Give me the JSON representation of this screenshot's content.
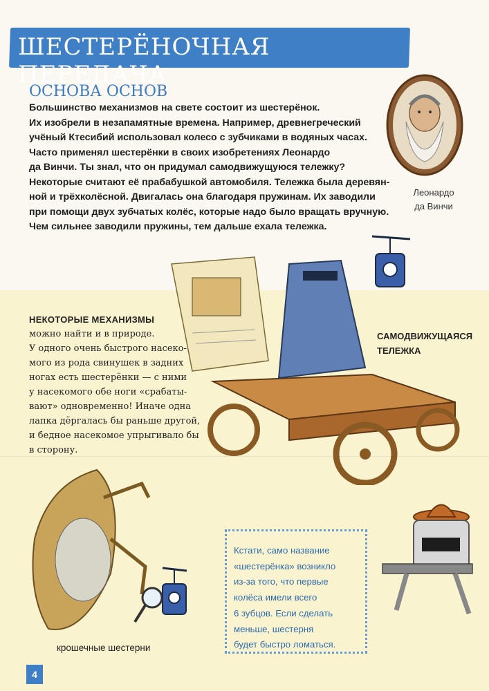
{
  "page": {
    "title": "Шестерёночная передача",
    "page_number": "4"
  },
  "intro": {
    "section_title": "Основа основ",
    "lines": [
      "Большинство механизмов на свете состоит из шестерёнок.",
      "Их изобрели в незапамятные времена. Например, древнегреческий",
      "учёный Ктесибий использовал колесо с зубчиками в водяных часах.",
      "Часто применял шестерёнки в своих изобретениях Леонардо",
      "да Винчи. Ты знал, что он придумал самодвижущуюся тележку?",
      "Некоторые считают её прабабушкой автомобиля. Тележка была деревян-",
      "ной и трёхколёсной. Двигалась она благодаря пружинам. Их заводили",
      "при помощи двух зубчатых колёс, которые надо было вращать вручную.",
      "Чем сильнее заводили пружины, тем дальше ехала тележка."
    ]
  },
  "portrait": {
    "caption_line1": "Леонардо",
    "caption_line2": "да Винчи"
  },
  "mechanisms": {
    "heading": "Некоторые механизмы",
    "lines": [
      "можно найти и в природе.",
      "У одного очень быстрого насеко-",
      "мого из рода свинушек в задних",
      "ногах есть шестерёнки — с ними",
      "у насекомого обе ноги «срабаты-",
      "вают» одновременно! Иначе одна",
      "лапка дёргалась бы раньше другой,",
      "и бедное насекомое упрыгивало бы",
      "в сторону."
    ]
  },
  "robot_label": {
    "line1": "Самодвижущаяся",
    "line2": "тележка"
  },
  "bug_caption": "крошечные шестерни",
  "fact_box": {
    "lines": [
      "Кстати, само название",
      "«шестерёнка» возникло",
      "из-за того, что первые",
      "колёса имели всего",
      "6 зубцов. Если сделать",
      "меньше, шестерня",
      "будет быстро ломаться."
    ]
  },
  "colors": {
    "accent_blue": "#3f7fc6",
    "paper": "#fbf8f1",
    "yellow_panel": "#faf3cf",
    "fact_text": "#2d6aa8"
  }
}
